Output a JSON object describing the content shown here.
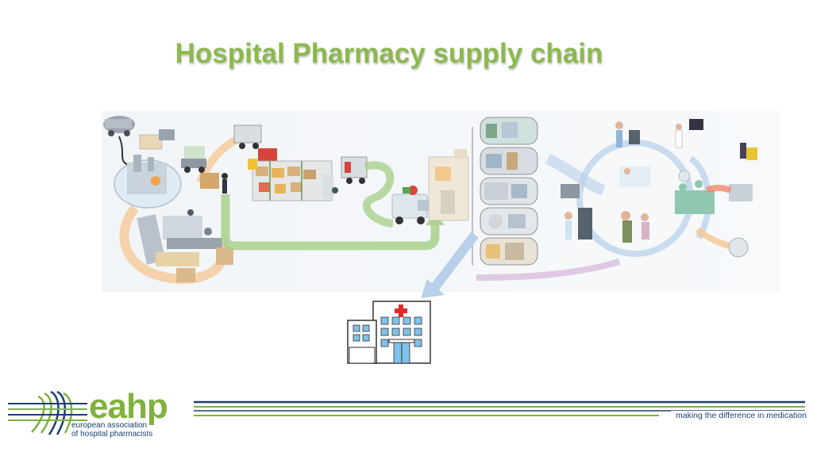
{
  "slide": {
    "title": "Hospital Pharmacy supply chain"
  },
  "logo": {
    "name": "eahp",
    "subtitle_line1": "european association",
    "subtitle_line2": "of hospital pharmacists",
    "tagline": "making the difference in medication"
  },
  "colors": {
    "title_green": "#8cb94d",
    "arrow_green": "#a8d08d",
    "arrow_orange": "#f5c592",
    "arrow_blue": "#b7cfe8",
    "arrow_purple": "#d6b7dc",
    "logo_navy": "#1c3f6e",
    "logo_green": "#7fb23e",
    "hospital_red": "#e02b2b"
  },
  "icons": [
    "tanker-truck-icon",
    "factory-dome-icon",
    "production-line-icon",
    "delivery-truck-icon",
    "warehouse-shelves-icon",
    "distribution-van-icon",
    "pharmacy-building-icon",
    "pharmacy-process-panels-icon",
    "ward-round-icon",
    "operating-theatre-icon",
    "hospital-building-icon"
  ]
}
